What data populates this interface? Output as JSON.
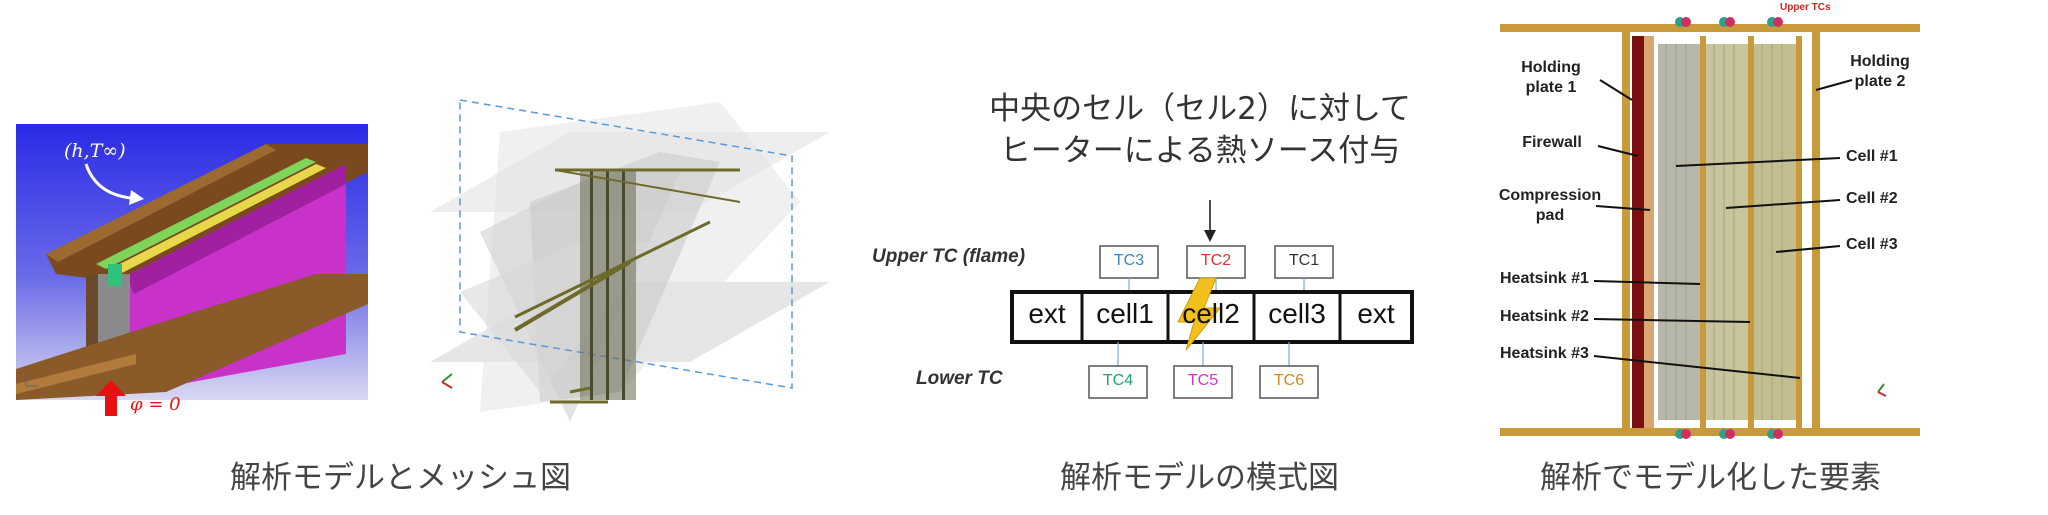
{
  "panel1": {
    "boundary_label": "(h,T∞)",
    "phi_label": "φ = 0",
    "caption": "解析モデルとメッシュ図"
  },
  "panel2": {
    "heat_note_line1": "中央のセル（セル2）に対して",
    "heat_note_line2": "ヒーターによる熱ソース付与",
    "upper_tc_label": "Upper TC (flame)",
    "lower_tc_label": "Lower TC",
    "cells": [
      "ext",
      "cell1",
      "cell2",
      "cell3",
      "ext"
    ],
    "upper_tcs": [
      {
        "label": "TC3",
        "color": "#3a86c8"
      },
      {
        "label": "TC2",
        "color": "#e03030"
      },
      {
        "label": "TC1",
        "color": "#333333"
      }
    ],
    "lower_tcs": [
      {
        "label": "TC4",
        "color": "#22a36a"
      },
      {
        "label": "TC5",
        "color": "#d632c8"
      },
      {
        "label": "TC6",
        "color": "#d48a1a"
      }
    ],
    "caption": "解析モデルの模式図"
  },
  "panel3": {
    "upper_tcs_label": "Upper TCs",
    "left_labels": [
      "Holding plate 1",
      "Firewall",
      "Compression pad",
      "Heatsink #1",
      "Heatsink #2",
      "Heatsink #3"
    ],
    "right_labels": [
      "Holding plate 2",
      "Cell #1",
      "Cell #2",
      "Cell #3"
    ],
    "caption": "解析でモデル化した要素"
  }
}
